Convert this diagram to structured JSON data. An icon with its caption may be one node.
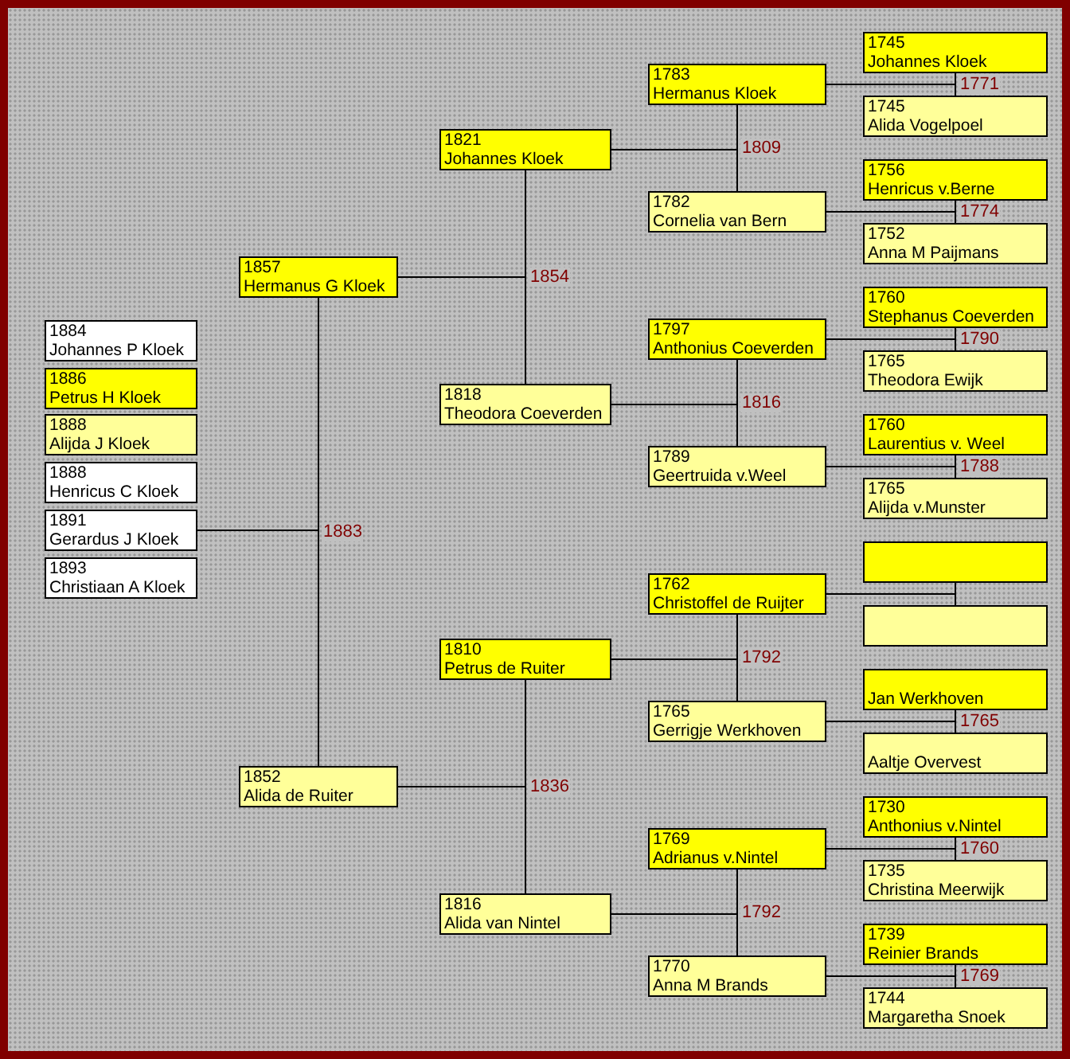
{
  "diagram": {
    "nodes": [
      {
        "text": [
          "1884",
          "Johannes P Kloek"
        ]
      },
      {
        "text": [
          "1886",
          "Petrus H Kloek"
        ]
      },
      {
        "text": [
          "1888",
          "Alijda J Kloek"
        ]
      },
      {
        "text": [
          "1888",
          "Henricus C Kloek"
        ]
      },
      {
        "text": [
          "1891",
          "Gerardus J Kloek"
        ]
      },
      {
        "text": [
          "1893",
          "Christiaan A Kloek"
        ]
      },
      {
        "text": [
          "1857",
          "Hermanus G Kloek"
        ]
      },
      {
        "text": [
          "1852",
          "Alida de Ruiter"
        ]
      },
      {
        "text": [
          "1821",
          "Johannes Kloek"
        ]
      },
      {
        "text": [
          "1818",
          "Theodora Coeverden"
        ]
      },
      {
        "text": [
          "1810",
          "Petrus de Ruiter"
        ]
      },
      {
        "text": [
          "1816",
          "Alida van Nintel"
        ]
      },
      {
        "text": [
          "1783",
          "Hermanus Kloek"
        ]
      },
      {
        "text": [
          "1782",
          "Cornelia van Bern"
        ]
      },
      {
        "text": [
          "1797",
          "Anthonius Coeverden"
        ]
      },
      {
        "text": [
          "1789",
          "Geertruida v.Weel"
        ]
      },
      {
        "text": [
          "1762",
          "Christoffel de Ruijter"
        ]
      },
      {
        "text": [
          "1765",
          "Gerrigje Werkhoven"
        ]
      },
      {
        "text": [
          "1769",
          "Adrianus v.Nintel"
        ]
      },
      {
        "text": [
          "1770",
          "Anna M Brands"
        ]
      },
      {
        "text": [
          "1745",
          "Johannes Kloek"
        ]
      },
      {
        "text": [
          "1745",
          "Alida Vogelpoel"
        ]
      },
      {
        "text": [
          "1756",
          "Henricus v.Berne"
        ]
      },
      {
        "text": [
          "1752",
          "Anna M Paijmans"
        ]
      },
      {
        "text": [
          "1760",
          "Stephanus Coeverden"
        ]
      },
      {
        "text": [
          "1765",
          "Theodora Ewijk"
        ]
      },
      {
        "text": [
          "1760",
          "Laurentius v. Weel"
        ]
      },
      {
        "text": [
          "1765",
          "Alijda v.Munster"
        ]
      },
      {
        "text": [],
        "shape": "box"
      },
      {
        "text": [],
        "shape": "box"
      },
      {
        "text": [
          "Jan Werkhoven"
        ]
      },
      {
        "text": [
          "Aaltje Overvest"
        ]
      },
      {
        "text": [
          "1730",
          "Anthonius v.Nintel"
        ]
      },
      {
        "text": [
          "1735",
          "Christina Meerwijk"
        ]
      },
      {
        "text": [
          "1739",
          "Reinier Brands"
        ]
      },
      {
        "text": [
          "1744",
          "Margaretha Snoek"
        ]
      }
    ],
    "edges": [
      {
        "from": 6,
        "to": 7,
        "arrow": "none",
        "label": "1883"
      },
      {
        "from": 4,
        "to": 6,
        "arrow": "none"
      },
      {
        "from": 4,
        "to": 7,
        "arrow": "none"
      },
      {
        "from": 8,
        "to": 9,
        "arrow": "none",
        "label": "1854"
      },
      {
        "from": 6,
        "to": 8,
        "arrow": "none"
      },
      {
        "from": 6,
        "to": 9,
        "arrow": "none"
      },
      {
        "from": 10,
        "to": 11,
        "arrow": "none",
        "label": "1836"
      },
      {
        "from": 7,
        "to": 10,
        "arrow": "none"
      },
      {
        "from": 7,
        "to": 11,
        "arrow": "none"
      },
      {
        "from": 12,
        "to": 13,
        "arrow": "none",
        "label": "1809"
      },
      {
        "from": 8,
        "to": 12,
        "arrow": "none"
      },
      {
        "from": 8,
        "to": 13,
        "arrow": "none"
      },
      {
        "from": 14,
        "to": 15,
        "arrow": "none",
        "label": "1816"
      },
      {
        "from": 9,
        "to": 14,
        "arrow": "none"
      },
      {
        "from": 9,
        "to": 15,
        "arrow": "none"
      },
      {
        "from": 16,
        "to": 17,
        "arrow": "none",
        "label": "1792"
      },
      {
        "from": 10,
        "to": 16,
        "arrow": "none"
      },
      {
        "from": 10,
        "to": 17,
        "arrow": "none"
      },
      {
        "from": 18,
        "to": 19,
        "arrow": "none",
        "label": "1792"
      },
      {
        "from": 11,
        "to": 18,
        "arrow": "none"
      },
      {
        "from": 11,
        "to": 19,
        "arrow": "none"
      },
      {
        "from": 20,
        "to": 21,
        "arrow": "none",
        "label": "1771"
      },
      {
        "from": 12,
        "to": 20,
        "arrow": "none"
      },
      {
        "from": 12,
        "to": 21,
        "arrow": "none"
      },
      {
        "from": 22,
        "to": 23,
        "arrow": "none",
        "label": "1774"
      },
      {
        "from": 13,
        "to": 22,
        "arrow": "none"
      },
      {
        "from": 13,
        "to": 23,
        "arrow": "none"
      },
      {
        "from": 24,
        "to": 25,
        "arrow": "none",
        "label": "1790"
      },
      {
        "from": 14,
        "to": 24,
        "arrow": "none"
      },
      {
        "from": 14,
        "to": 25,
        "arrow": "none"
      },
      {
        "from": 26,
        "to": 27,
        "arrow": "none",
        "label": "1788"
      },
      {
        "from": 15,
        "to": 26,
        "arrow": "none"
      },
      {
        "from": 15,
        "to": 27,
        "arrow": "none"
      },
      {
        "from": 28,
        "to": 29,
        "arrow": "none"
      },
      {
        "from": 16,
        "to": 28,
        "arrow": "none"
      },
      {
        "from": 16,
        "to": 29,
        "arrow": "none"
      },
      {
        "from": 30,
        "to": 31,
        "arrow": "none",
        "label": "1765"
      },
      {
        "from": 17,
        "to": 30,
        "arrow": "none"
      },
      {
        "from": 17,
        "to": 31,
        "arrow": "none"
      },
      {
        "from": 32,
        "to": 33,
        "arrow": "none",
        "label": "1760"
      },
      {
        "from": 18,
        "to": 32,
        "arrow": "none"
      },
      {
        "from": 18,
        "to": 33,
        "arrow": "none"
      },
      {
        "from": 34,
        "to": 35,
        "arrow": "none",
        "label": "1769"
      },
      {
        "from": 19,
        "to": 34,
        "arrow": "none"
      },
      {
        "from": 19,
        "to": 35,
        "arrow": "none"
      }
    ]
  }
}
